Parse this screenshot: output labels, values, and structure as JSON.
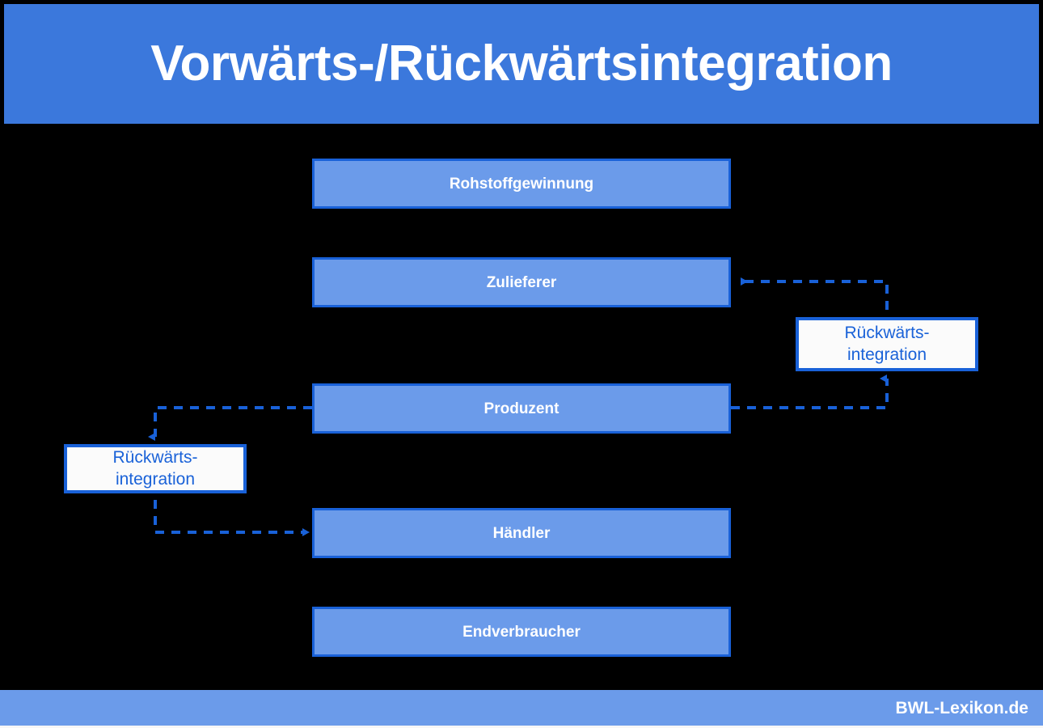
{
  "header": {
    "title": "Vorwärts-/Rückwärtsintegration",
    "background_color": "#3b78dc",
    "text_color": "#ffffff"
  },
  "diagram": {
    "background_color": "#000000",
    "box_fill_color": "#6b9bea",
    "box_border_color": "#1961d8",
    "note_fill_color": "#fbfbfb",
    "note_text_color": "#1a62d8",
    "connector_color": "#1961d8",
    "stages": [
      {
        "label": "Rohstoffgewinnung"
      },
      {
        "label": "Zulieferer"
      },
      {
        "label": "Produzent"
      },
      {
        "label": "Händler"
      },
      {
        "label": "Endverbraucher"
      }
    ],
    "notes": [
      {
        "id": "note-right",
        "line1": "Rückwärts-",
        "line2": "integration",
        "from_stage": "Produzent",
        "to_stage": "Zulieferer"
      },
      {
        "id": "note-left",
        "line1": "Rückwärts-",
        "line2": "integration",
        "from_stage": "Produzent",
        "to_stage": "Händler"
      }
    ]
  },
  "footer": {
    "text": "BWL-Lexikon.de",
    "background_color": "#6b9bea",
    "text_color": "#ffffff"
  }
}
